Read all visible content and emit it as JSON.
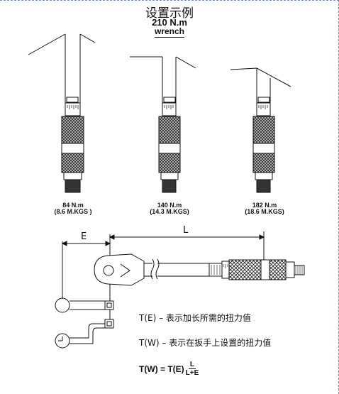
{
  "header": {
    "title": "设置示例",
    "torque_line": "210 N.m",
    "wrench_line": "wrench"
  },
  "examples": [
    {
      "nm": "84 N.m",
      "kgs": "(8.6 M.KGS )"
    },
    {
      "nm": "140 N.m",
      "kgs": "(14.3 M.KGS)"
    },
    {
      "nm": "182 N.m",
      "kgs": "(18.6 M.KGS)"
    }
  ],
  "dimensions": {
    "e_label": "E",
    "l_label": "L"
  },
  "legend": {
    "te": "T(E)  –  表示加长所需的扭力值",
    "tw": "T(W)  –  表示在扳手上设置的扭力值"
  },
  "formula": {
    "lhs": "T(W) = T(E)",
    "numerator": "L",
    "denominator": "L+E"
  }
}
